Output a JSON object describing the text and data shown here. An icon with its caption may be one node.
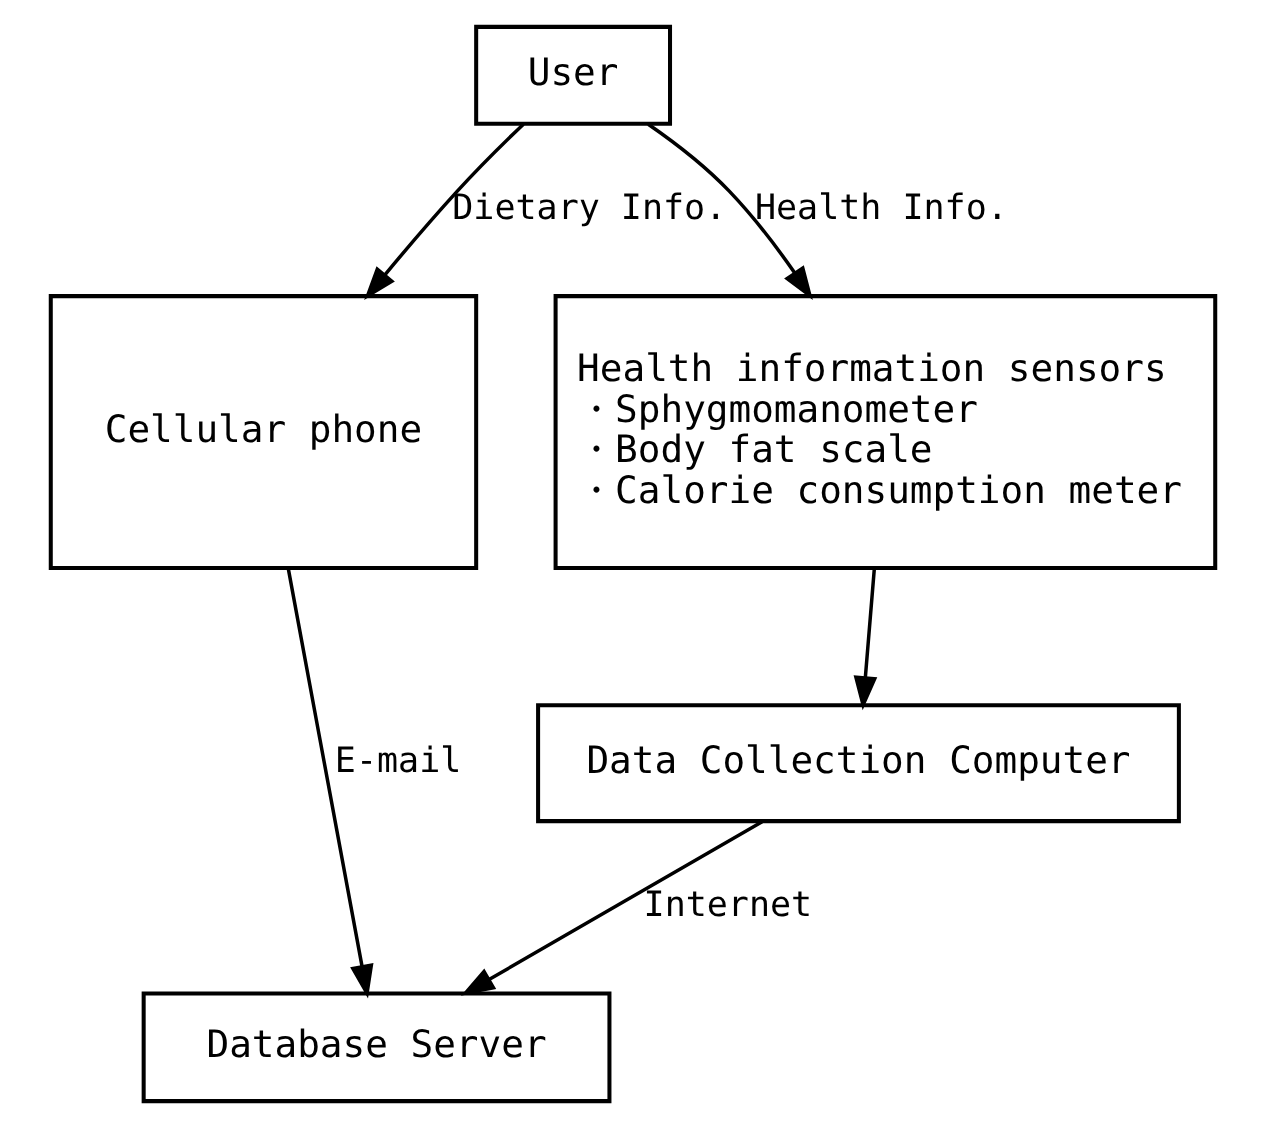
{
  "diagram": {
    "nodes": [
      {
        "text": [
          "User"
        ]
      },
      {
        "text": [
          "Cellular phone"
        ]
      },
      {
        "text": [
          "Health information sensors",
          "・Sphygmomanometer",
          "・Body fat scale",
          "・Calorie consumption meter"
        ]
      },
      {
        "text": [
          "Data Collection Computer"
        ]
      },
      {
        "text": [
          "Database Server"
        ]
      }
    ],
    "edges": [
      {
        "from": 0,
        "to": 1,
        "arrow": "to",
        "label": "Dietary Info."
      },
      {
        "from": 0,
        "to": 2,
        "arrow": "to",
        "label": "Health Info."
      },
      {
        "from": 1,
        "to": 4,
        "arrow": "to",
        "label": "E-mail"
      },
      {
        "from": 2,
        "to": 3,
        "arrow": "to"
      },
      {
        "from": 3,
        "to": 4,
        "arrow": "to",
        "label": "Internet"
      }
    ]
  }
}
